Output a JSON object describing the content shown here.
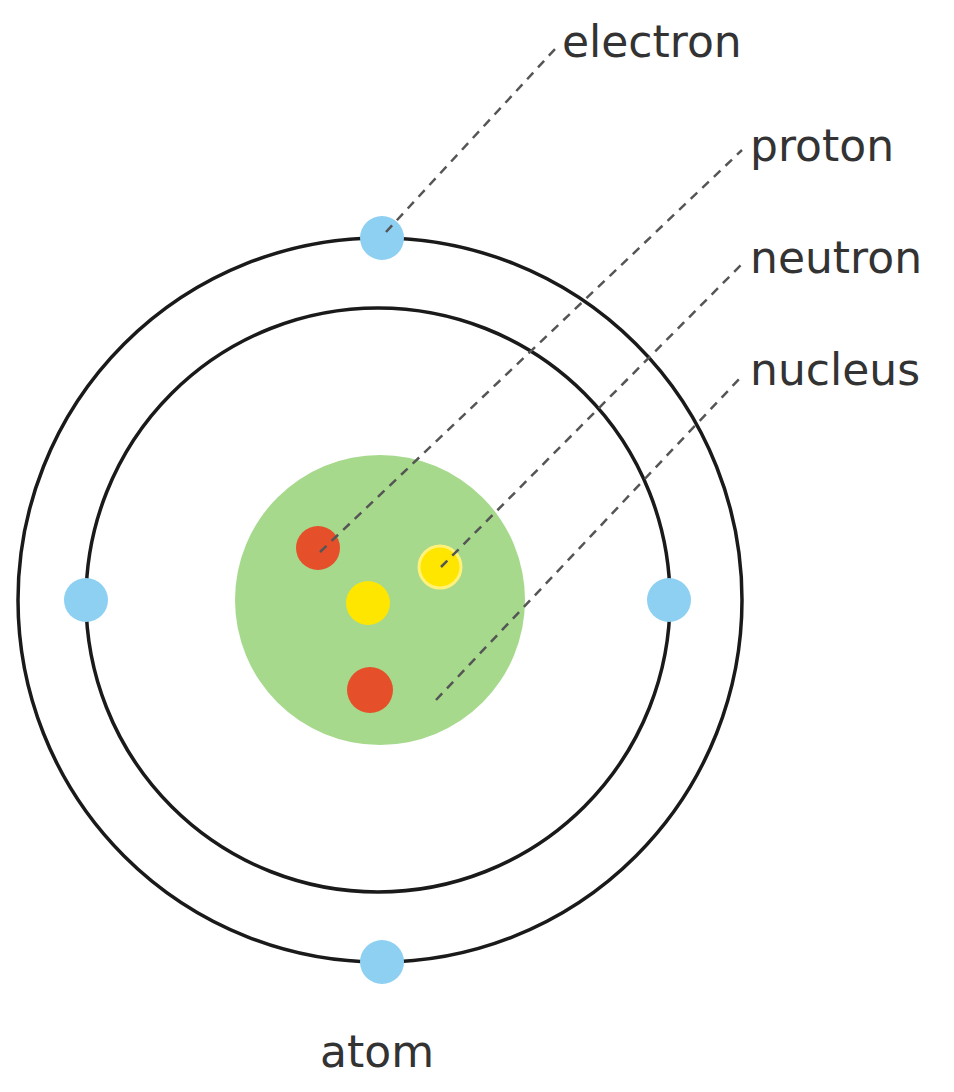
{
  "diagram": {
    "caption": "atom",
    "labels": [
      "electron",
      "proton",
      "neutron",
      "nucleus"
    ]
  }
}
